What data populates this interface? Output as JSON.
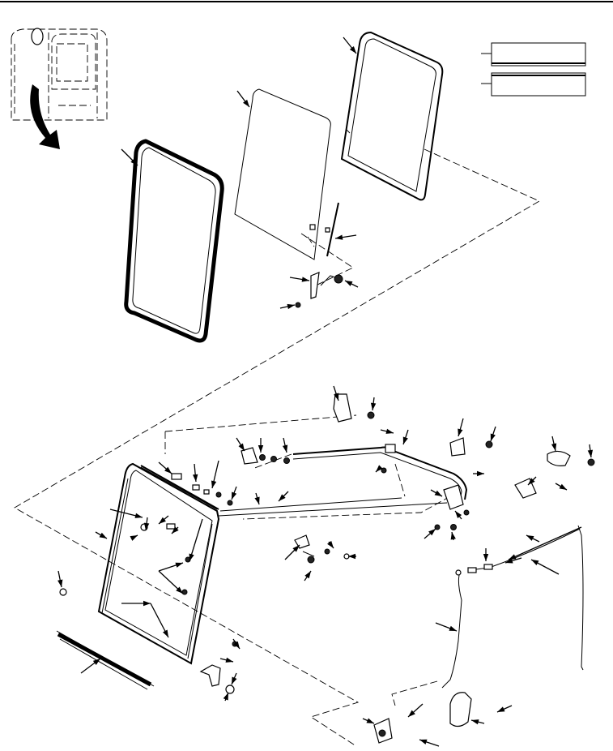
{
  "diagram": {
    "type": "exploded-parts-view",
    "line_color": "#000000",
    "background": "#ffffff",
    "legend_boxes": 2,
    "callout_arrows": 64
  }
}
